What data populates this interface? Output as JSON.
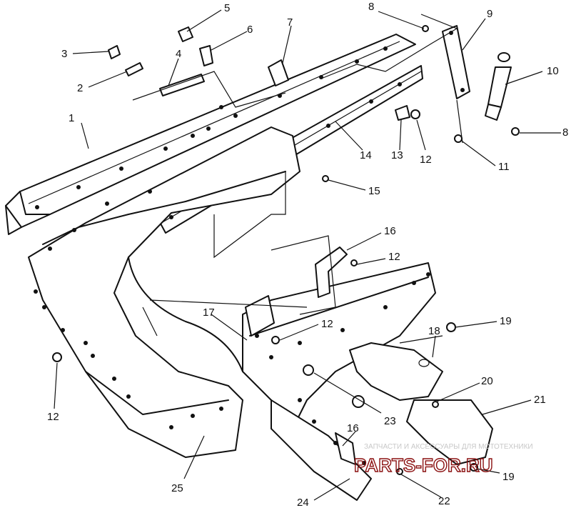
{
  "diagram": {
    "callouts": [
      {
        "id": "c1",
        "label": "1"
      },
      {
        "id": "c2",
        "label": "2"
      },
      {
        "id": "c3",
        "label": "3"
      },
      {
        "id": "c4",
        "label": "4"
      },
      {
        "id": "c5",
        "label": "5"
      },
      {
        "id": "c6",
        "label": "6"
      },
      {
        "id": "c7",
        "label": "7"
      },
      {
        "id": "c8a",
        "label": "8"
      },
      {
        "id": "c8b",
        "label": "8"
      },
      {
        "id": "c9",
        "label": "9"
      },
      {
        "id": "c10",
        "label": "10"
      },
      {
        "id": "c11",
        "label": "11"
      },
      {
        "id": "c12a",
        "label": "12"
      },
      {
        "id": "c12b",
        "label": "12"
      },
      {
        "id": "c12c",
        "label": "12"
      },
      {
        "id": "c12d",
        "label": "12"
      },
      {
        "id": "c13",
        "label": "13"
      },
      {
        "id": "c14",
        "label": "14"
      },
      {
        "id": "c15",
        "label": "15"
      },
      {
        "id": "c16a",
        "label": "16"
      },
      {
        "id": "c16b",
        "label": "16"
      },
      {
        "id": "c17",
        "label": "17"
      },
      {
        "id": "c18",
        "label": "18"
      },
      {
        "id": "c19a",
        "label": "19"
      },
      {
        "id": "c19b",
        "label": "19"
      },
      {
        "id": "c20",
        "label": "20"
      },
      {
        "id": "c21",
        "label": "21"
      },
      {
        "id": "c22",
        "label": "22"
      },
      {
        "id": "c23",
        "label": "23"
      },
      {
        "id": "c24",
        "label": "24"
      },
      {
        "id": "c25",
        "label": "25"
      }
    ]
  },
  "watermark": {
    "tagline": "ЗАПЧАСТИ И АКСЕССУАРЫ ДЛЯ МОТОТЕХНИКИ",
    "brand": "PARTS-FOR.RU"
  }
}
